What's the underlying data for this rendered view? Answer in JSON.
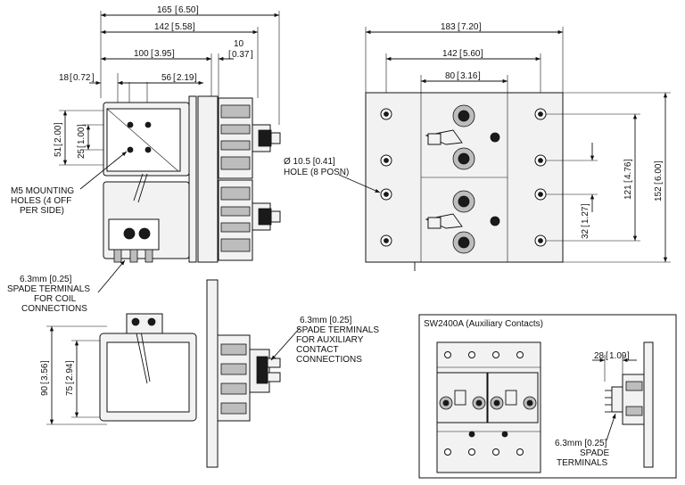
{
  "front_view": {
    "dim_overall_width": "165",
    "dim_overall_width_in": "6.50",
    "dim_width_142": "142",
    "dim_width_142_in": "5.58",
    "dim_width_100": "100",
    "dim_width_100_in": "3.95",
    "dim_10": "10",
    "dim_10_in": "0.37",
    "dim_18": "18",
    "dim_18_in": "0.72",
    "dim_56": "56",
    "dim_56_in": "2.19",
    "dim_51": "51",
    "dim_51_in": "2.00",
    "dim_25": "25",
    "dim_25_in": "1.00",
    "mounting_label": [
      "M5 MOUNTING",
      "HOLES (4 OFF",
      "PER SIDE)"
    ],
    "coil_label": [
      "6.3mm [0.25]",
      "SPADE TERMINALS",
      "FOR COIL",
      "CONNECTIONS"
    ]
  },
  "side_view": {
    "dim_183": "183",
    "dim_183_in": "7.20",
    "dim_142": "142",
    "dim_142_in": "5.60",
    "dim_80": "80",
    "dim_80_in": "3.16",
    "hole_label": [
      "Ø 10.5 [0.41]",
      "HOLE (8 POSN)"
    ],
    "dim_121": "121",
    "dim_121_in": "4.76",
    "dim_152": "152",
    "dim_152_in": "6.00",
    "dim_32": "32",
    "dim_32_in": "1.27"
  },
  "bottom_view": {
    "dim_90": "90",
    "dim_90_in": "3.56",
    "dim_75": "75",
    "dim_75_in": "2.94",
    "aux_label": [
      "6.3mm [0.25]",
      "SPADE TERMINALS",
      "FOR AUXILIARY",
      "CONTACT",
      "CONNECTIONS"
    ]
  },
  "inset": {
    "title": "SW2400A (Auxiliary Contacts)",
    "dim_28": "28",
    "dim_28_in": "1.09",
    "spade_label": [
      "6.3mm [0.25]",
      "SPADE",
      "TERMINALS"
    ]
  }
}
